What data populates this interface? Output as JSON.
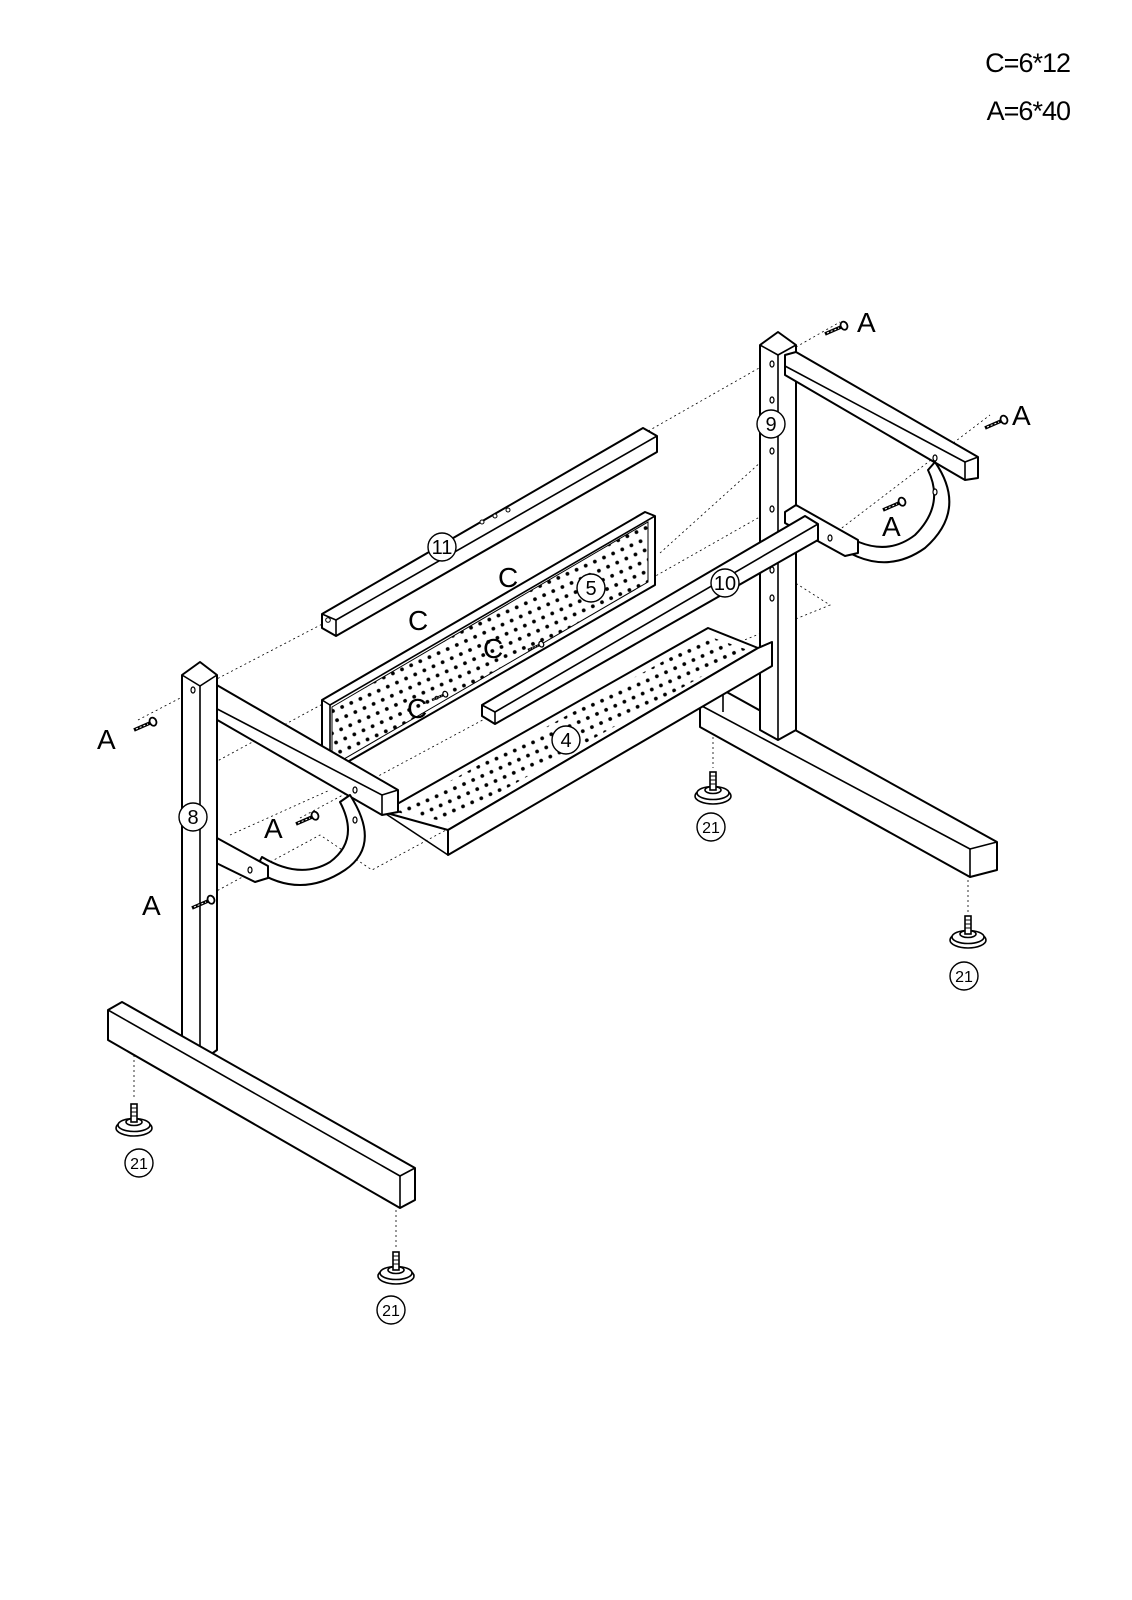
{
  "legend": {
    "line_c": "C=6*12",
    "line_a": "A=6*40"
  },
  "labels": {
    "screw_a": "A",
    "screw_c": "C",
    "part_4": "4",
    "part_5": "5",
    "part_8": "8",
    "part_9": "9",
    "part_10": "10",
    "part_11": "11",
    "part_21": "21"
  },
  "colors": {
    "line": "#000000",
    "background": "#ffffff"
  }
}
